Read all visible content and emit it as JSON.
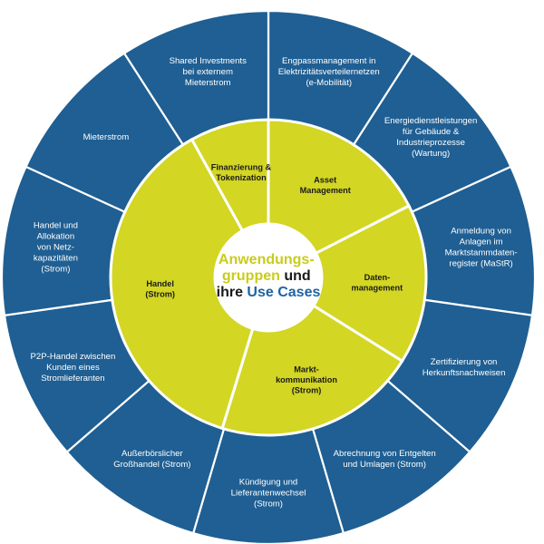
{
  "colors": {
    "outer": "#1f5f93",
    "inner": "#d3d623",
    "center": "#ffffff",
    "divider": "#ffffff",
    "accent_yellow": "#c9cc1b",
    "accent_dark": "#1a1a1a",
    "accent_blue": "#1e63a0"
  },
  "center": {
    "line1": "Anwendungs-",
    "line2_a": "gruppen",
    "line2_b": " und",
    "line3_a": "ihre ",
    "line3_b": "Use Cases"
  },
  "groups": [
    {
      "lines": [
        "Asset",
        "Management"
      ],
      "start": 0,
      "end": 63
    },
    {
      "lines": [
        "Daten-",
        "management"
      ],
      "start": 63,
      "end": 122
    },
    {
      "lines": [
        "Markt-",
        "kommunikation",
        "(Strom)"
      ],
      "start": 122,
      "end": 197
    },
    {
      "lines": [
        "Handel",
        "(Strom)"
      ],
      "start": 197,
      "end": 331
    },
    {
      "lines": [
        "Finanzierung &",
        "Tokenization"
      ],
      "start": 331,
      "end": 360
    }
  ],
  "use_cases": [
    {
      "lines": [
        "Engpassmanagement in",
        "Elektrizitätsverteilernetzen",
        "(e-Mobilität)"
      ]
    },
    {
      "lines": [
        "Energiedienstleistungen",
        "für Gebäude &",
        "Industrieprozesse",
        "(Wartung)"
      ]
    },
    {
      "lines": [
        "Anmeldung von",
        "Anlagen im",
        "Marktstammdaten-",
        "register (MaStR)"
      ]
    },
    {
      "lines": [
        "Zertifizierung von",
        "Herkunftsnachweisen"
      ]
    },
    {
      "lines": [
        "Abrechnung von Entgelten",
        "und Umlagen (Strom)"
      ]
    },
    {
      "lines": [
        "Kündigung und",
        "Lieferantenwechsel",
        "(Strom)"
      ]
    },
    {
      "lines": [
        "Außerbörslicher",
        "Großhandel (Strom)"
      ]
    },
    {
      "lines": [
        "P2P-Handel zwischen",
        "Kunden eines",
        "Stromlieferanten"
      ]
    },
    {
      "lines": [
        "Handel und",
        "Allokation",
        "von Netz-",
        "kapazitäten",
        "(Strom)"
      ]
    },
    {
      "lines": [
        "Mieterstrom"
      ]
    },
    {
      "lines": [
        "Shared Investments",
        "bei externem",
        "Mieterstrom"
      ]
    }
  ]
}
